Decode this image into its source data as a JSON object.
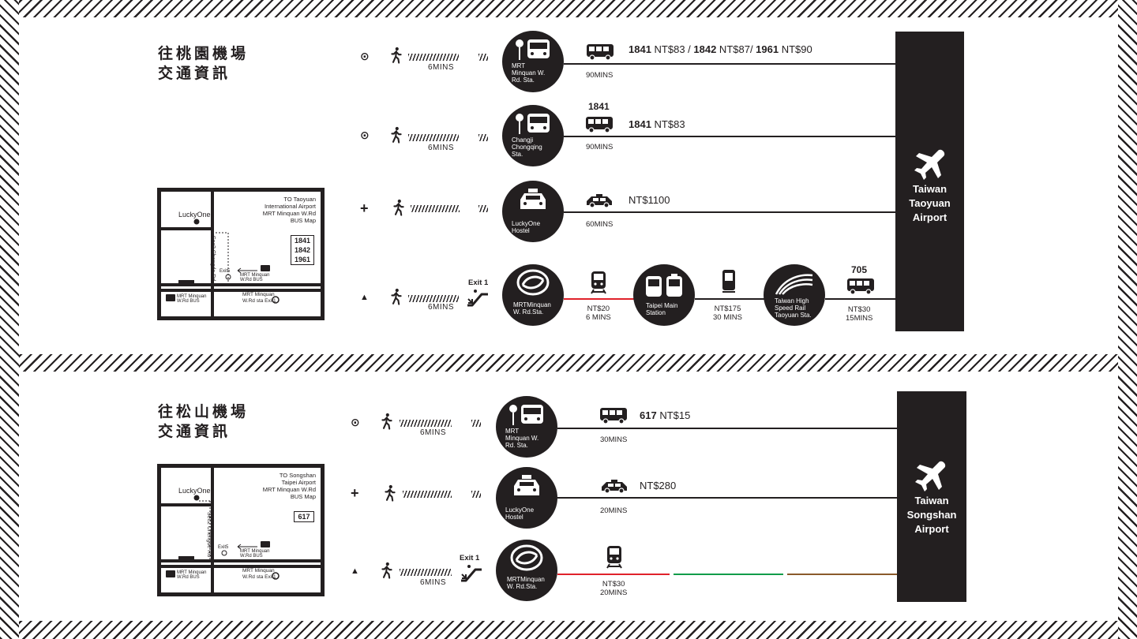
{
  "sections": [
    {
      "title_line1": "往桃園機場",
      "title_line2": "交通資訊",
      "airport": [
        "Taiwan",
        "Taoyuan",
        "Airport"
      ],
      "map": {
        "lines": [
          "TO Taoyuan",
          "International Airport",
          "MRT Minquan W.Rd",
          "BUS Map"
        ],
        "routes": [
          "1841",
          "1842",
          "1961"
        ],
        "luckyone": "LuckyOne",
        "road": "Sec2 Chengde Rd",
        "exit5": "Exit5",
        "mrt_bus": "MRT Minquan W.Rd BUS",
        "mrt_bus_left": "MRT Minquan W.Rd BUS",
        "mrt_station": "MRT Minquan W.Rd sta Exit1"
      },
      "rows": [
        {
          "symbol": "⊙",
          "walk_mins": "6MINS",
          "stop": [
            "MRT",
            "Minquan W.",
            "Rd. Sta."
          ],
          "fare_html": [
            "1841",
            " NT$83 / ",
            "1842",
            " NT$87/ ",
            "1961",
            " NT$90"
          ],
          "duration": "90MINS"
        },
        {
          "symbol": "⊙",
          "walk_mins": "6MINS",
          "stop": [
            "Changji",
            "Chongqing",
            "Sta."
          ],
          "route_label": "1841",
          "fare_html": [
            "1841",
            " NT$83"
          ],
          "duration": "90MINS"
        },
        {
          "symbol": "+",
          "walk_mins": "",
          "stop": [
            "LuckyOne",
            "Hostel"
          ],
          "fare_html": [
            "",
            "NT$1100"
          ],
          "duration": "60MINS"
        },
        {
          "symbol": "▲",
          "walk_mins": "6MINS",
          "exit": "Exit 1",
          "stop": [
            "MRTMinquan",
            "W. Rd.Sta."
          ],
          "legs": [
            {
              "fare": "NT$20",
              "time": "6 MINS"
            },
            {
              "station": [
                "Taipei Main",
                "Station"
              ]
            },
            {
              "fare": "NT$175",
              "time": "30 MINS"
            },
            {
              "station": [
                "Taiwan High",
                "Speed Rail",
                "Taoyuan Sta."
              ]
            },
            {
              "route": "705",
              "fare": "NT$30",
              "time": "15MINS"
            }
          ]
        }
      ]
    },
    {
      "title_line1": "往松山機場",
      "title_line2": "交通資訊",
      "airport": [
        "Taiwan",
        "Songshan",
        "Airport"
      ],
      "map": {
        "lines": [
          "TO Songshan",
          "Taipei Airport",
          "MRT Minquan W.Rd",
          "BUS Map"
        ],
        "routes": [
          "617"
        ],
        "luckyone": "LuckyOne",
        "road": "Sec2 Chengde Rd",
        "exit5": "Exit5",
        "mrt_bus": "MRT Minquan W.Rd BUS",
        "mrt_bus_left": "MRT Minquan W.Rd BUS",
        "mrt_station": "MRT Minquan W.Rd sta Exit1"
      },
      "rows": [
        {
          "symbol": "⊙",
          "walk_mins": "6MINS",
          "stop": [
            "MRT",
            "Minquan W.",
            "Rd. Sta."
          ],
          "fare_html": [
            "617",
            " NT$15"
          ],
          "duration": "30MINS"
        },
        {
          "symbol": "+",
          "walk_mins": "",
          "stop": [
            "LuckyOne",
            "Hostel"
          ],
          "fare_html": [
            "",
            "NT$280"
          ],
          "duration": "20MINS"
        },
        {
          "symbol": "▲",
          "walk_mins": "6MINS",
          "exit": "Exit 1",
          "stop": [
            "MRTMinquan",
            "W. Rd.Sta."
          ],
          "fare": "NT$30",
          "time": "20MINS"
        }
      ]
    }
  ],
  "colors": {
    "ink": "#231f20",
    "red": "#e0222b",
    "green": "#119c4a",
    "brown": "#8a5a2b"
  },
  "icons": [
    "walk-icon",
    "bus-icon",
    "bus-stop-icon",
    "taxi-icon",
    "train-icon",
    "mrt-logo-icon",
    "hsr-logo-icon",
    "escalator-icon",
    "airplane-icon"
  ]
}
